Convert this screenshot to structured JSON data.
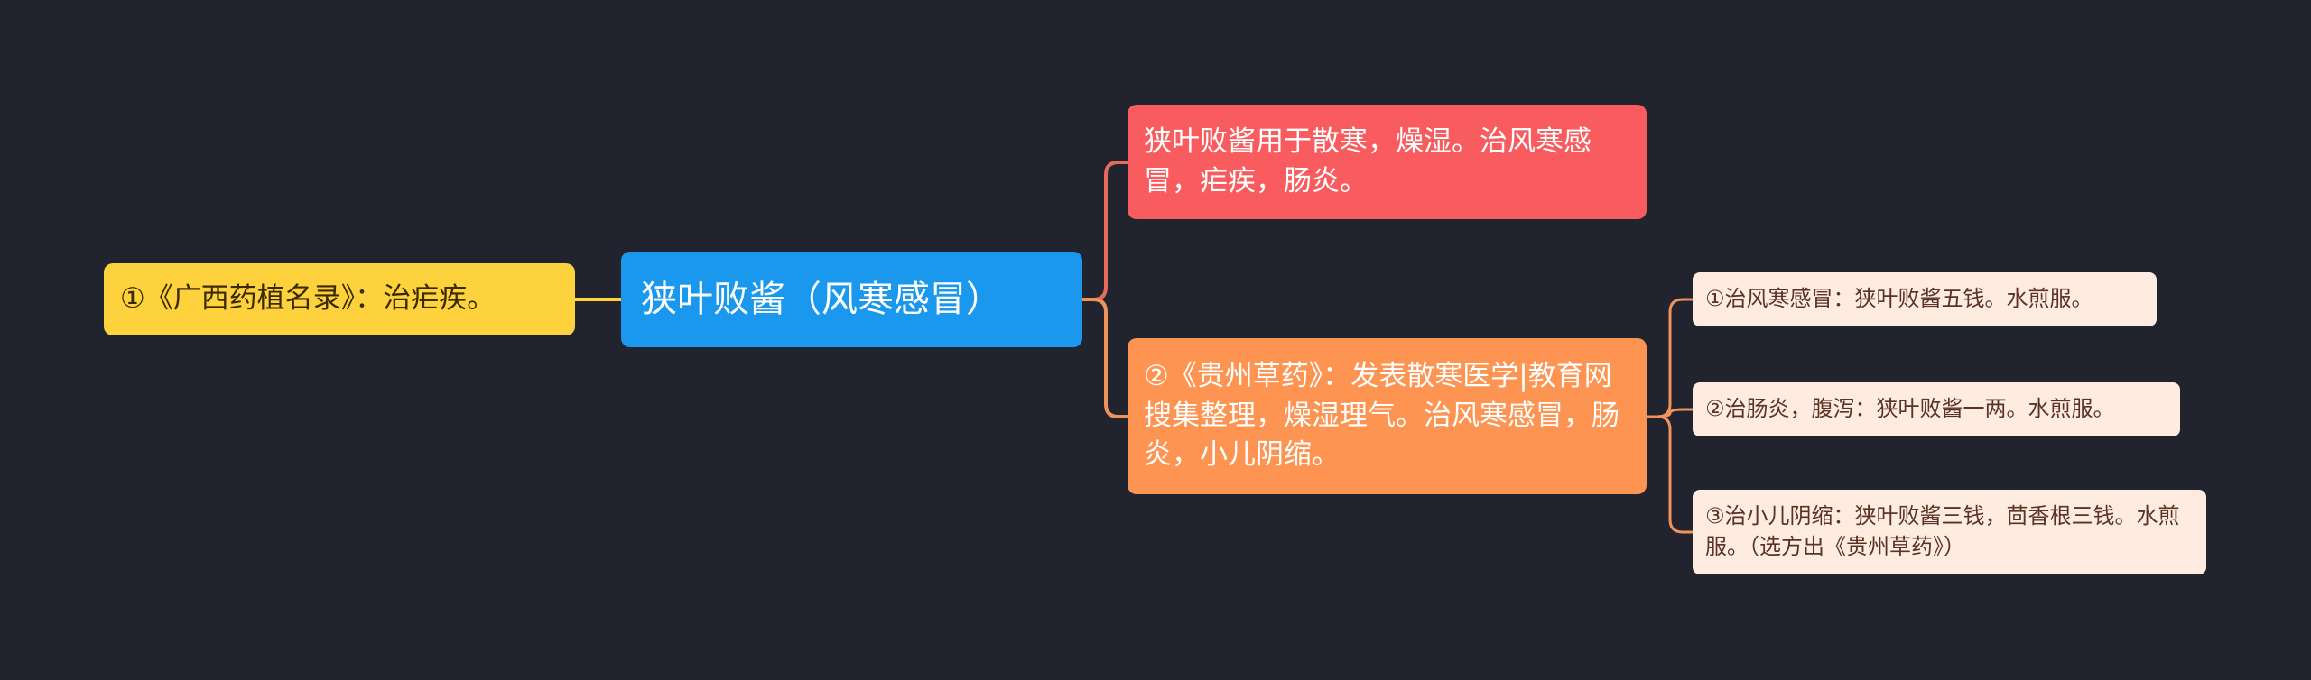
{
  "colors": {
    "background": "#21232f",
    "root": "#1a98ee",
    "left_branch": "#fdd23d",
    "branch_red": "#f85c5e",
    "branch_orange": "#fe9452",
    "leaf": "#feece1",
    "link_red": "#e86a5a",
    "link_orange": "#f0935a",
    "link_yellow": "#fdd23d"
  },
  "mindmap": {
    "root": "狭叶败酱（风寒感冒）",
    "left_branch": "①《广西药植名录》：治疟疾。",
    "right_branches": [
      {
        "text": "狭叶败酱用于散寒，燥湿。治风寒感冒，疟疾，肠炎。"
      },
      {
        "text": "②《贵州草药》：发表散寒医学|教育网搜集整理，燥湿理气。治风寒感冒，肠炎，小儿阴缩。",
        "children": [
          "①治风寒感冒：狭叶败酱五钱。水煎服。",
          "②治肠炎，腹泻：狭叶败酱一两。水煎服。",
          "③治小儿阴缩：狭叶败酱三钱，茴香根三钱。水煎服。（选方出《贵州草药》）"
        ]
      }
    ]
  }
}
